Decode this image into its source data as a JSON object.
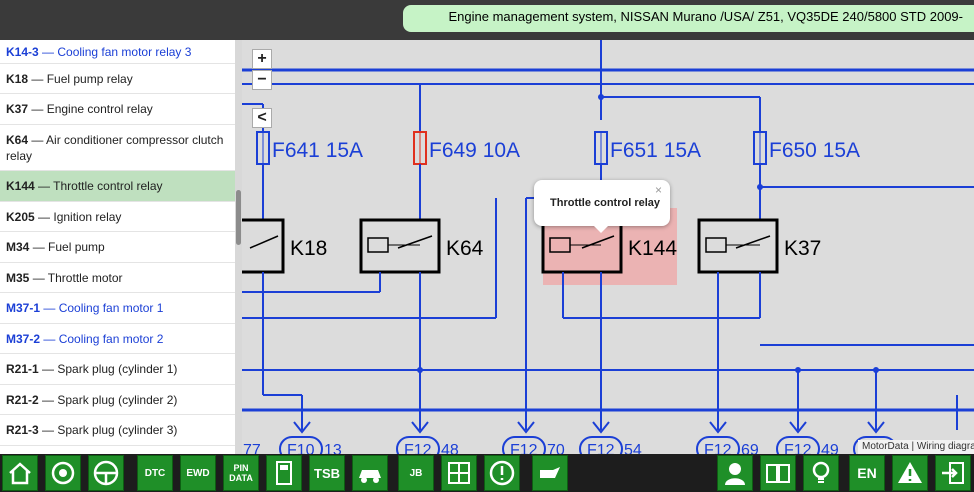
{
  "header": {
    "title": "Engine management system, NISSAN Murano /USA/ Z51, VQ35DE 240/5800 STD 2009-"
  },
  "sidebar": {
    "items": [
      {
        "code": "K14-3",
        "label": "— Cooling fan motor relay 3",
        "blue": true,
        "selected": false
      },
      {
        "code": "K18",
        "label": "— Fuel pump relay",
        "blue": false,
        "selected": false
      },
      {
        "code": "K37",
        "label": "— Engine control relay",
        "blue": false,
        "selected": false
      },
      {
        "code": "K64",
        "label": "— Air conditioner compressor clutch relay",
        "blue": false,
        "selected": false
      },
      {
        "code": "K144",
        "label": "— Throttle control relay",
        "blue": false,
        "selected": true
      },
      {
        "code": "K205",
        "label": "— Ignition relay",
        "blue": false,
        "selected": false
      },
      {
        "code": "M34",
        "label": "— Fuel pump",
        "blue": false,
        "selected": false
      },
      {
        "code": "M35",
        "label": "— Throttle motor",
        "blue": false,
        "selected": false
      },
      {
        "code": "M37-1",
        "label": "— Cooling fan motor 1",
        "blue": true,
        "selected": false
      },
      {
        "code": "M37-2",
        "label": "— Cooling fan motor 2",
        "blue": true,
        "selected": false
      },
      {
        "code": "R21-1",
        "label": "— Spark plug (cylinder 1)",
        "blue": false,
        "selected": false
      },
      {
        "code": "R21-2",
        "label": "— Spark plug (cylinder 2)",
        "blue": false,
        "selected": false
      },
      {
        "code": "R21-3",
        "label": "— Spark plug (cylinder 3)",
        "blue": false,
        "selected": false
      }
    ]
  },
  "map_controls": {
    "zoom_in": "+",
    "zoom_out": "−",
    "collapse": "<"
  },
  "diagram": {
    "fuses": [
      {
        "label": "F641 15A",
        "color": "#1b3fd6"
      },
      {
        "label": "F649 10A",
        "color": "#e0301e"
      },
      {
        "label": "F651 15A",
        "color": "#1b3fd6"
      },
      {
        "label": "F650 15A",
        "color": "#1b3fd6"
      }
    ],
    "relays": [
      "K18",
      "K64",
      "K144",
      "K37"
    ],
    "connectors": [
      "77",
      "F10",
      "13",
      "F12",
      "48",
      "F12",
      "70",
      "F12",
      "54",
      "F12",
      "69",
      "F12",
      "49"
    ]
  },
  "tooltip": {
    "text": "Throttle control relay",
    "close": "×"
  },
  "credit": {
    "text": "MotorData | Wiring diagram"
  },
  "toolbar": {
    "dtc_label": "DTC",
    "ewd_label": "EWD",
    "pin_label": "PIN",
    "data_label": "DATA",
    "tsb_label": "TSB",
    "jb_label": "JB",
    "lang_label": "EN",
    "icons": [
      "home-icon",
      "engine-icon",
      "steering-wheel-icon",
      "dtc-icon",
      "ewd-icon",
      "pin-data-icon",
      "calculator-icon",
      "tsb-icon",
      "car-repair-icon",
      "junction-block-icon",
      "fuse-box-icon",
      "warning-circle-icon",
      "oil-can-icon",
      "mechanic-icon",
      "manual-book-icon",
      "bulb-icon",
      "language-icon",
      "alert-icon",
      "exit-icon"
    ],
    "accent": "#1f8f28"
  }
}
